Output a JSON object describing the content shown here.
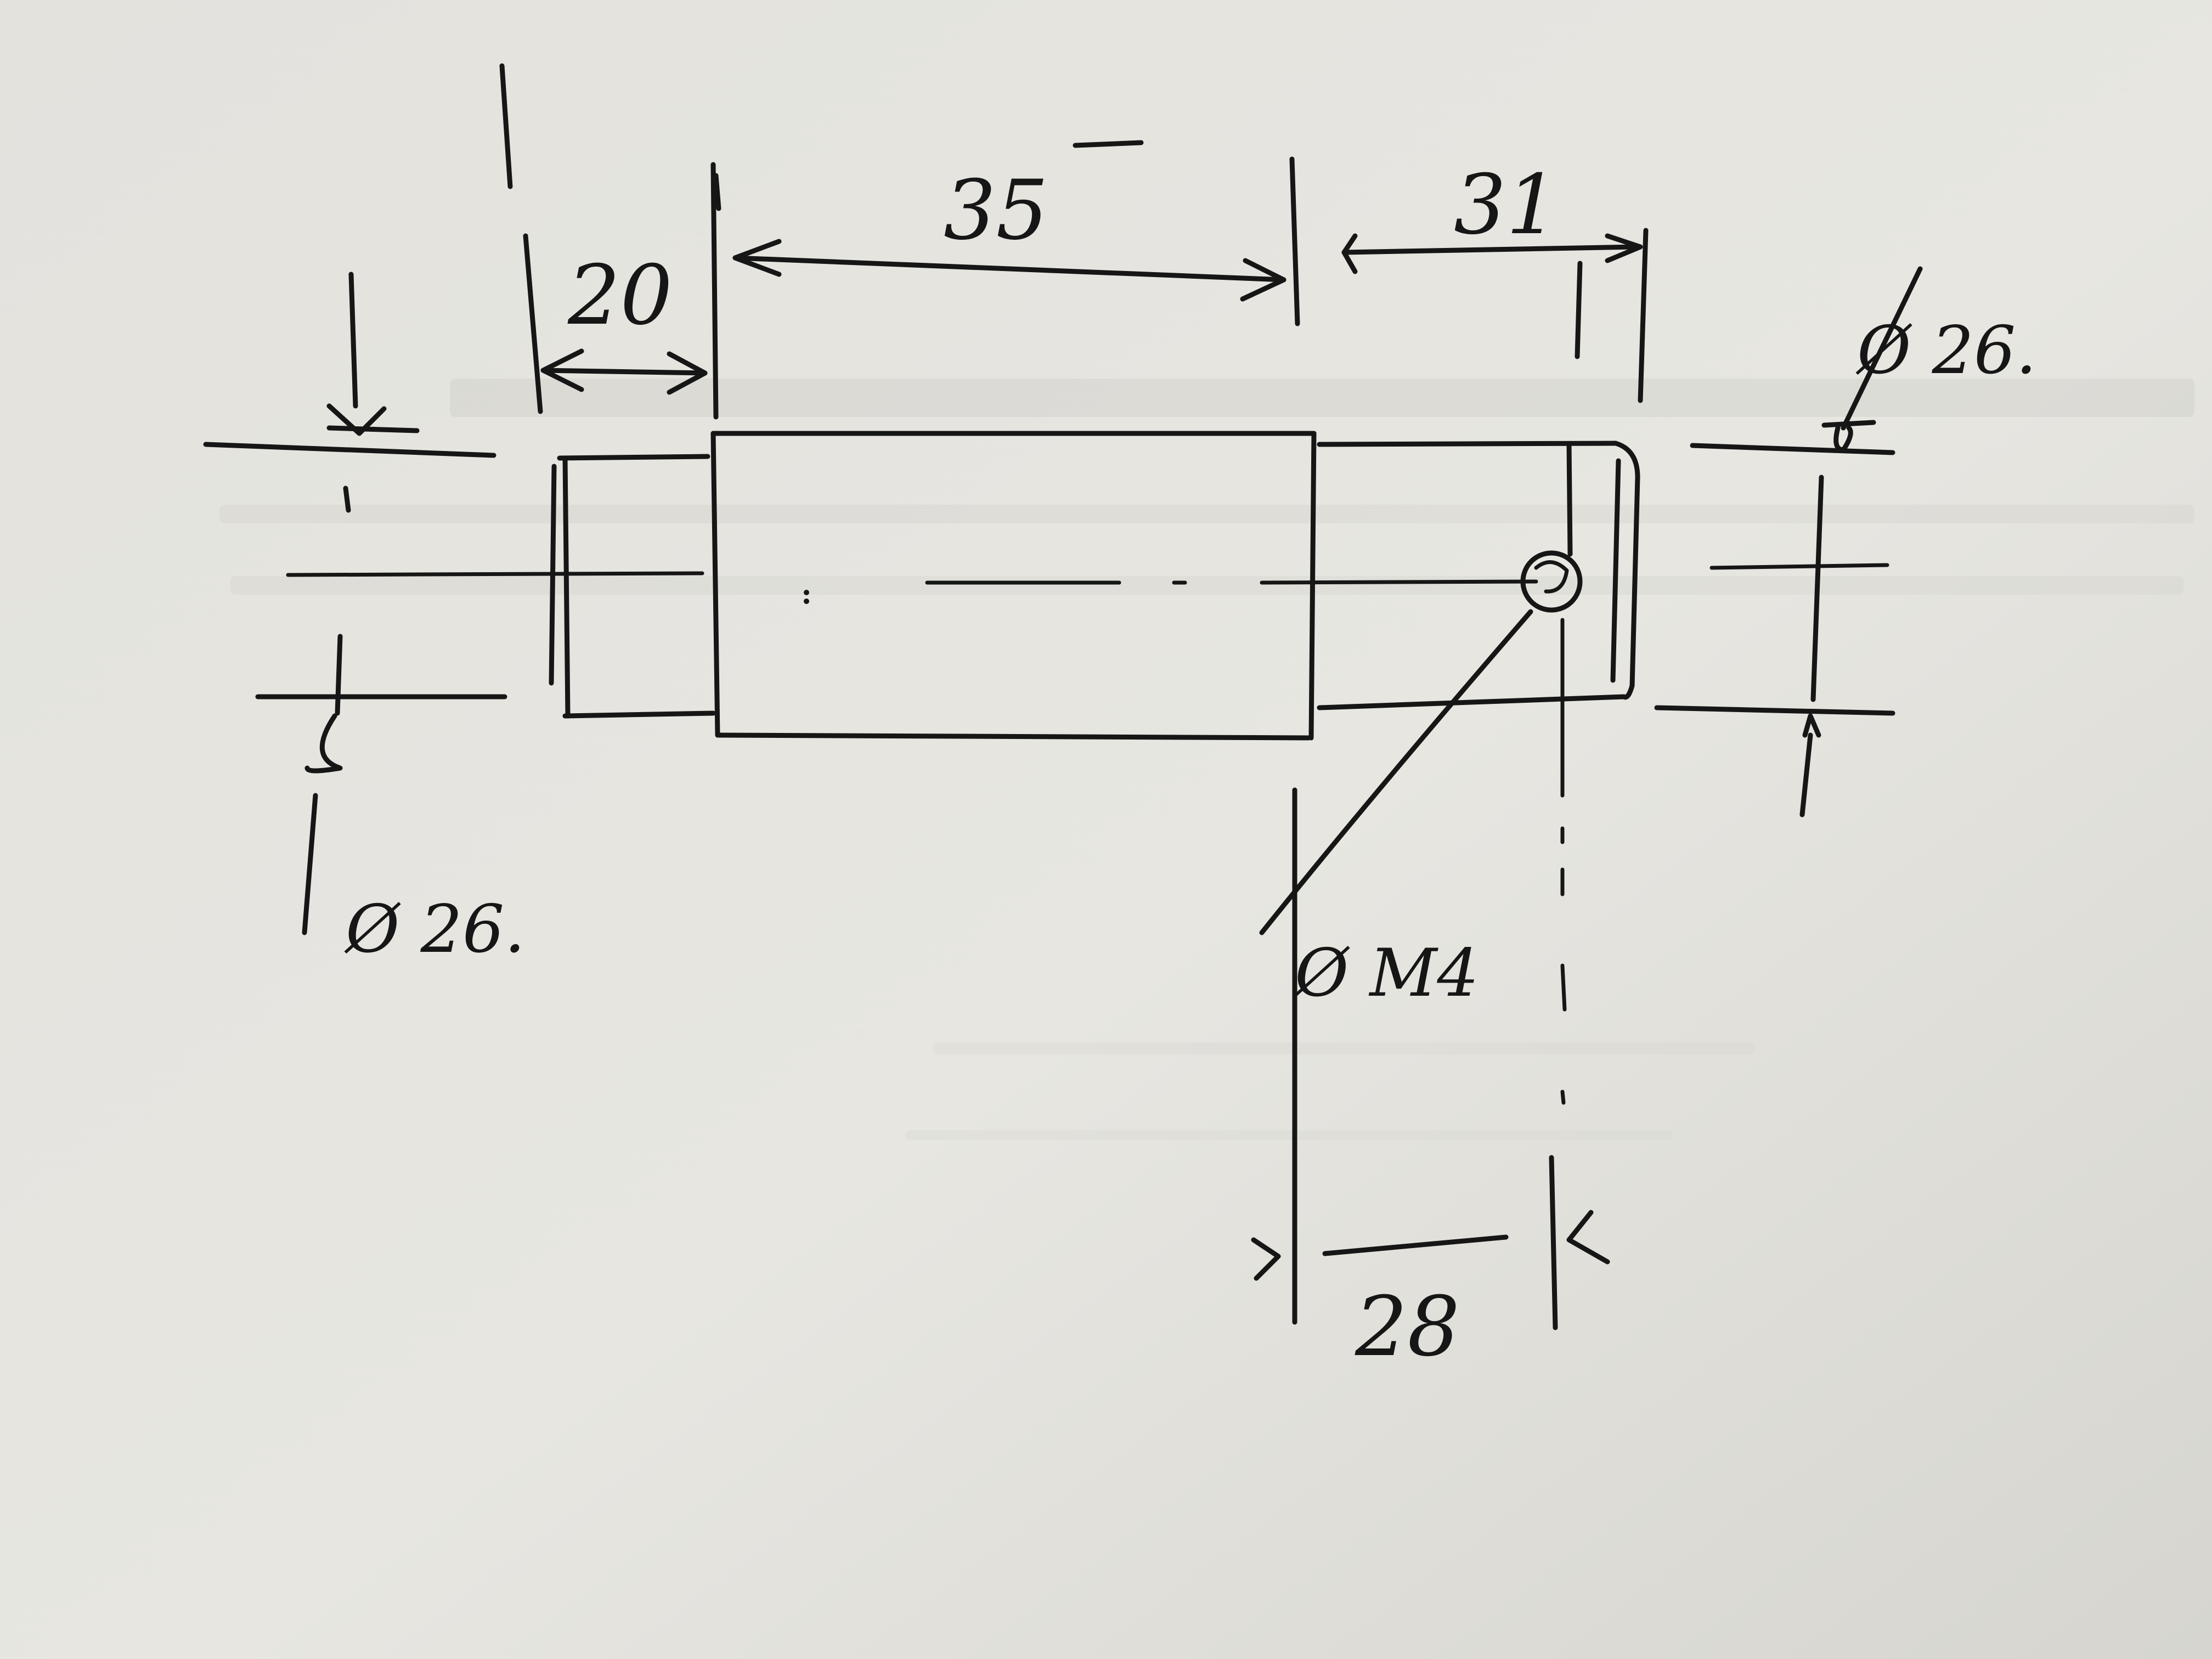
{
  "drawing": {
    "dimensions": {
      "len_left": "20",
      "len_middle": "35",
      "len_right": "31",
      "hole_offset": "28",
      "dia_left": "Ø 26.",
      "dia_right": "Ø 26.",
      "hole_diameter": "Ø M4"
    }
  },
  "colors": {
    "paper": "#e4e3de",
    "ink": "#161616",
    "bleed_through": "#bdbdb6"
  }
}
